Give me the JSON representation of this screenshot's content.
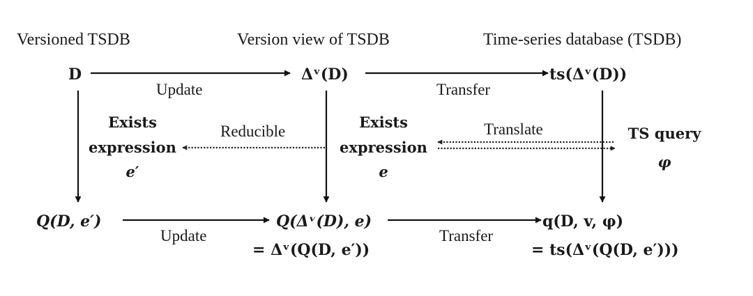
{
  "headers": {
    "left": "Versioned TSDB",
    "middle": "Version view of TSDB",
    "right": "Time-series database (TSDB)"
  },
  "nodes": {
    "d": "D",
    "delta_d": "Δᵛ(D)",
    "ts_delta_d": "ts(Δᵛ(D))",
    "q_left": "Q(D, e′)",
    "q_mid": "Q(Δᵛ(D), e)",
    "q_mid_eq": "= Δᵛ(Q(D, e′))",
    "q_right": "q(D, v, φ)",
    "q_right_eq": "= ts(Δᵛ(Q(D, e′)))",
    "exists_left": [
      "Exists",
      "expression",
      "e′"
    ],
    "exists_mid": [
      "Exists",
      "expression",
      "e"
    ],
    "ts_query": [
      "TS query",
      "φ"
    ]
  },
  "edges": {
    "top_update": "Update",
    "top_transfer": "Transfer",
    "reducible": "Reducible",
    "translate": "Translate",
    "bottom_update": "Update",
    "bottom_transfer": "Transfer"
  }
}
